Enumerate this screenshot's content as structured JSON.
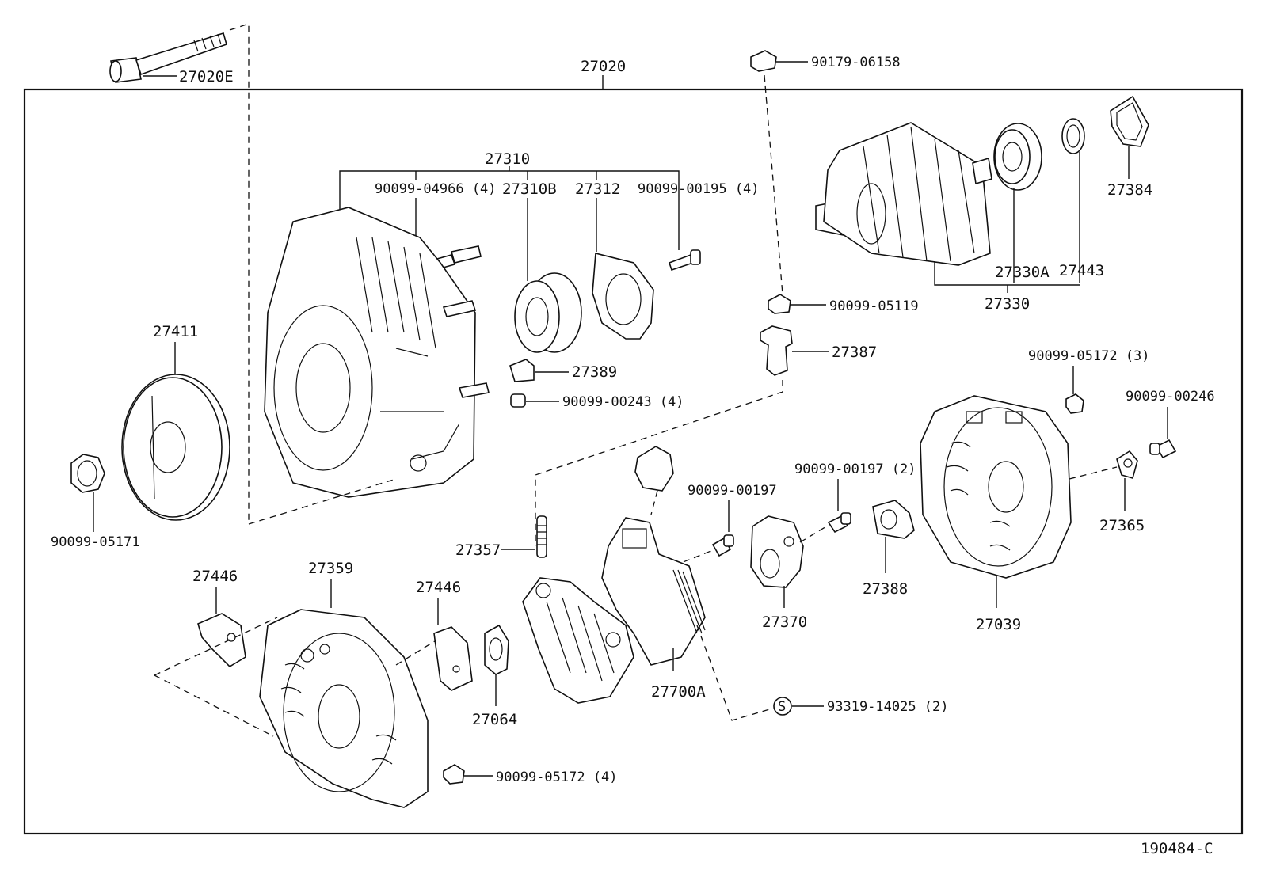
{
  "diagram": {
    "frame_label": "27020",
    "figure_id": "190484-C",
    "callouts": {
      "bolt_long": "27020E",
      "pulley": "27411",
      "pulley_nut": "90099-05171",
      "drive_end_frame": "27310",
      "stud": "90099-04966 (4)",
      "front_bearing": "27310B",
      "retainer_plate": "27312",
      "retainer_screw": "90099-00195 (4)",
      "insulator": "27389",
      "insulator_screw": "90099-00243 (4)",
      "top_nut": "90179-06158",
      "rotor": "27330",
      "rear_bearing": "27330A",
      "bearing_cover": "27443",
      "bearing_clip": "27384",
      "terminal_nut": "90099-05119",
      "terminal_insulator": "27387",
      "rear_cover_nut": "90099-05172 (3)",
      "rear_cover_screw": "90099-00246",
      "rear_cover": "27039",
      "clamp": "27365",
      "brush_screw_single": "90099-00197",
      "brush_screw_double": "90099-00197 (2)",
      "brush_holder": "27370",
      "brush_cover": "27388",
      "rectifier_bolt": "27357",
      "regulator": "27700A",
      "seal_screw": "93319-14025 (2)",
      "seal_mark": "S",
      "terminal_plate_left": "27446",
      "terminal_plate_mid": "27446",
      "rear_end_frame": "27359",
      "rubber_insulator": "27064",
      "frame_nut": "90099-05172 (4)"
    }
  }
}
